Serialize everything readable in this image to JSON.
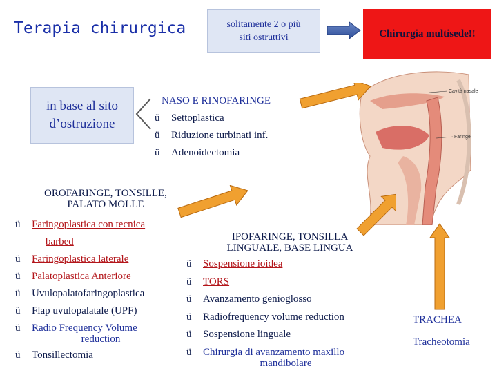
{
  "title": "Terapia chirurgica",
  "sites_box": {
    "line1": "solitamente 2 o più",
    "line2": "siti ostruttivi"
  },
  "multisede_box": {
    "label": "Chirurgia multisede!!"
  },
  "site_box": {
    "line1": "in base al sito",
    "line2": "d’ostruzione"
  },
  "naso": {
    "heading": "NASO E RINOFARINGE",
    "items": [
      "Settoplastica",
      "Riduzione turbinati inf.",
      "Adenoidectomia"
    ]
  },
  "oro": {
    "heading_line1": "OROFARINGE, TONSILLE,",
    "heading_line2": "PALATO MOLLE",
    "items": [
      "Faringoplastica con tecnica",
      "barbed",
      "Faringoplastica laterale",
      "Palatoplastica Anteriore",
      "Uvulopalatofaringoplastica",
      "Flap uvulopalatale (UPF)",
      "Radio Frequency Volume",
      "reduction",
      "Tonsillectomia"
    ]
  },
  "ipo": {
    "heading_line1": "IPOFARINGE, TONSILLA",
    "heading_line2": "LINGUALE, BASE LINGUA",
    "items": [
      "Sospensione ioidea",
      "TORS",
      "Avanzamento genioglosso",
      "Radiofrequency volume reduction",
      "Sospensione linguale",
      "Chirurgia di avanzamento maxillo",
      "mandibolare"
    ]
  },
  "trachea": "TRACHEA",
  "tracheotomia": "Tracheotomia",
  "anatomy_labels": {
    "cavita": "Cavità nasale",
    "faringe": "Faringe"
  },
  "check_glyph": "ü",
  "colors": {
    "title": "#1a2fa8",
    "box_fill": "#dfe6f4",
    "alert_red": "#ee1616",
    "arrow_orange": "#f0a030",
    "link_red": "#b3151a"
  }
}
